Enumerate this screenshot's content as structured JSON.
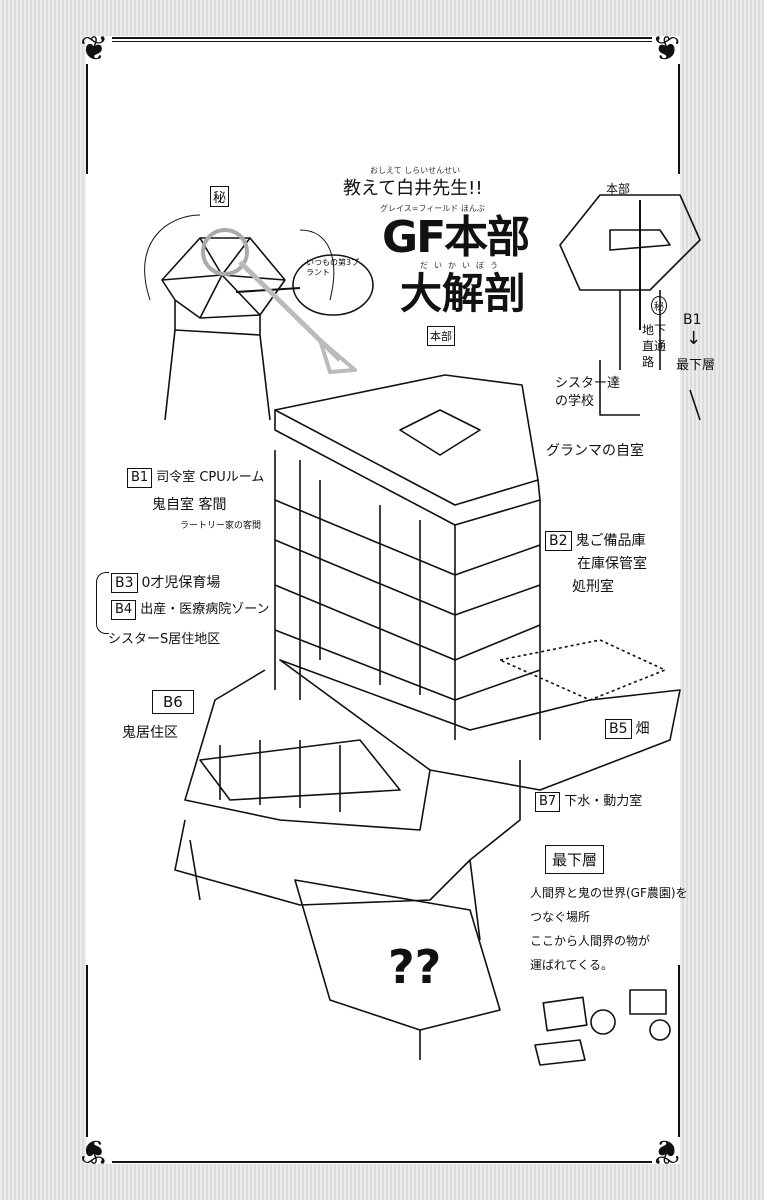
{
  "header": {
    "kicker_ruby": "おしえて しらいせんせい",
    "kicker": "教えて白井先生!!",
    "title_ruby": "グレイス=フィールド ほんぶ",
    "title_line1": "GF本部",
    "title_line2_ruby": "だいかいぼう",
    "title_line2": "大解剖"
  },
  "inset_left": {
    "secret_mark": "秘",
    "bubble_text": "いつもの第3プラント"
  },
  "inset_right": {
    "label_top": "本部",
    "secret_mark": "秘",
    "passage": "地下直通路",
    "b1": "B1",
    "arrow": "↓",
    "bottom": "最下層"
  },
  "building_tag": "本部",
  "labels": {
    "sisters_school": "シスター達の学校",
    "grandma_room": "グランマの自室",
    "b1": {
      "tag": "B1",
      "line1": "司令室 CPUルーム",
      "line2": "鬼自室 客間",
      "line3": "ラートリー家の客間"
    },
    "b2": {
      "tag": "B2",
      "line1": "鬼ご備品庫",
      "line2": "在庫保管室",
      "line3": "処刑室"
    },
    "b3": {
      "tag": "B3",
      "text": "0才児保育場"
    },
    "b4": {
      "tag": "B4",
      "text": "出産・医療病院ゾーン"
    },
    "sisters_zone": "シスターS居住地区",
    "b5": {
      "tag": "B5",
      "text": "畑"
    },
    "b6": {
      "tag": "B6",
      "text": "鬼居住区"
    },
    "b7": {
      "tag": "B7",
      "text": "下水・動力室"
    },
    "bottom": {
      "tag": "最下層",
      "line1": "人間界と鬼の世界(GF農園)を",
      "line2": "つなぐ場所",
      "line3": "ここから人間界の物が",
      "line4": "運ばれてくる。"
    },
    "mystery": "??"
  }
}
